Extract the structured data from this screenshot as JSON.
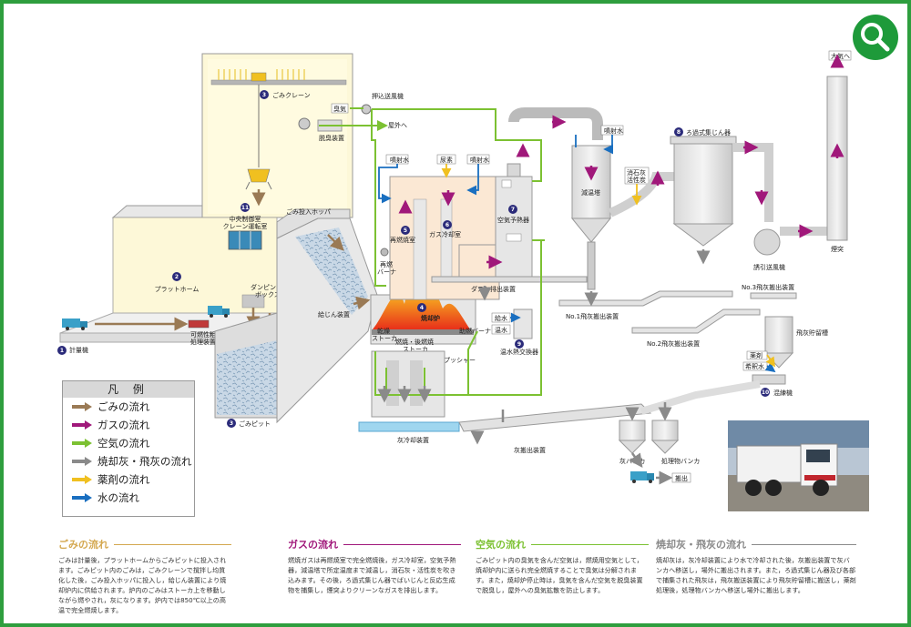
{
  "labels": {
    "crane": "ごみクレーン",
    "crane_num": "3",
    "control_room_1": "中央制御室",
    "control_room_2": "クレーン運転室",
    "control_room_num": "11",
    "platform": "プラットホーム",
    "platform_num": "2",
    "scale": "計量機",
    "scale_num": "1",
    "bulky_1": "可燃性粗大ごみ",
    "bulky_2": "処理装置",
    "dumping_1": "ダンピング",
    "dumping_2": "ボックス",
    "pit": "ごみピット",
    "pit_num": "3",
    "hopper": "ごみ投入ホッパ",
    "feeder": "給じん装置",
    "deodorizer": "脱臭装置",
    "odor": "臭気",
    "outside": "屋外へ",
    "forced_fan": "押込送風機",
    "water_spray": "噴射水",
    "urea": "尿素",
    "recombustion": "再燃焼室",
    "recombustion_num": "5",
    "gas_cooling": "ガス冷却室",
    "gas_cooling_num": "6",
    "reburner_1": "再燃",
    "reburner_2": "バーナ",
    "air_preheater": "空気予熱器",
    "air_preheater_num": "7",
    "incinerator": "焼却炉",
    "incinerator_num": "4",
    "drying_stoker_1": "乾燥",
    "drying_stoker_2": "ストーカ",
    "comb_stoker_1": "燃焼・後燃焼",
    "comb_stoker_2": "ストーカ",
    "pusher": "後燃焼プッシャー",
    "aux_burner": "助燃バーナ",
    "hot_water": "温水",
    "water_supply": "給水",
    "hot_water_exchanger": "温水熱交換器",
    "hot_water_exchanger_num": "9",
    "dust_discharge": "ダスト排出装置",
    "cooling_tower": "減温塔",
    "slaked_lime_1": "消石灰",
    "slaked_lime_2": "活性炭",
    "bag_filter": "ろ過式集じん器",
    "bag_filter_num": "8",
    "induced_fan": "誘引送風機",
    "stack": "煙突",
    "atmosphere": "大気へ",
    "fly_ash_1": "No.1飛灰搬出装置",
    "fly_ash_2": "No.2飛灰搬出装置",
    "fly_ash_3": "No.3飛灰搬出装置",
    "fly_ash_silo": "飛灰貯留槽",
    "chemical": "薬剤",
    "dilution_water": "希釈水",
    "kneader": "混練機",
    "kneader_num": "10",
    "ash_cooling": "灰冷却装置",
    "ash_discharge": "灰搬出装置",
    "ash_bunker": "灰バンカ",
    "treated_bunker": "処理物バンカ",
    "carry_out": "搬出"
  },
  "legend": {
    "title": "凡 例",
    "items": [
      {
        "label": "ごみの流れ",
        "color": "#9a7a55"
      },
      {
        "label": "ガスの流れ",
        "color": "#a0187a"
      },
      {
        "label": "空気の流れ",
        "color": "#7cc132"
      },
      {
        "label": "焼却灰・飛灰の流れ",
        "color": "#8a8a8a"
      },
      {
        "label": "薬剤の流れ",
        "color": "#f0c020"
      },
      {
        "label": "水の流れ",
        "color": "#1a6fc0"
      }
    ]
  },
  "descriptions": [
    {
      "title": "ごみの流れ",
      "color": "#d4a850",
      "body": "ごみは計量後，プラットホームからごみピットに投入されます。ごみピット内のごみは，ごみクレーンで撹拌し均質化した後，ごみ投入ホッパに投入し，給じん装置により焼却炉内に供給されます。炉内のごみはストーカ上を移動しながら燃やされ，灰になります。炉内では850℃以上の高温で完全燃焼します。"
    },
    {
      "title": "ガスの流れ",
      "color": "#a0187a",
      "body": "燃焼ガスは再燃焼室で完全燃焼後，ガス冷却室，空気予熱器，減温塔で所定温度まで減温し，消石灰・活性炭を吹き込みます。その後，ろ過式集じん器でばいじんと反応生成物を捕集し，煙突よりクリーンなガスを排出します。"
    },
    {
      "title": "空気の流れ",
      "color": "#7cc132",
      "body": "ごみピット内の臭気を含んだ空気は，燃焼用空気として，焼却炉内に送られ完全燃焼することで臭気は分解されます。また，焼却炉停止時は，臭気を含んだ空気を脱臭装置で脱臭し，屋外への臭気拡散を防止します。"
    },
    {
      "title": "焼却灰・飛灰の流れ",
      "color": "#8a8a8a",
      "body": "焼却灰は，灰冷却装置により水で冷却された後，灰搬出装置で灰バンカへ移送し，場外に搬出されます。また，ろ過式集じん器及び各部で捕集された飛灰は，飛灰搬送装置により飛灰貯留槽に搬送し，薬剤処理後，処理物バンカへ移送し場外に搬出します。"
    }
  ]
}
